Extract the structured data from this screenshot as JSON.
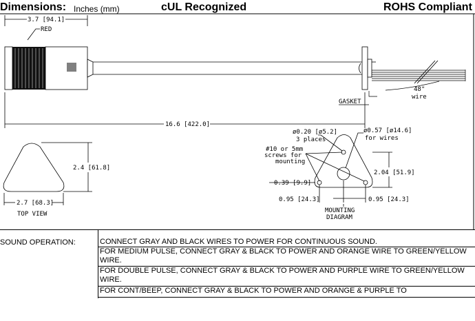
{
  "header": {
    "dimensions": "Dimensions:",
    "units": "Inches (mm)",
    "cert": "cUL Recognized",
    "rohs": "ROHS Compliant"
  },
  "drawing": {
    "overall_top": "3.7 [94.1]",
    "red": "RED",
    "gasket": "GASKET",
    "wire_len": "48\"",
    "wire_word": "wire",
    "overall_len": "16.6 [422.0]",
    "height": "2.4 [61.8]",
    "width": "2.7 [68.3]",
    "top_view": "TOP VIEW",
    "hole_dia": "ø0.20 [ø5.2]",
    "hole_places": "3 places",
    "center_dia": "ø0.57 [ø14.6]",
    "for_wires": "for wires",
    "screw_1": "#10 or 5mm",
    "screw_2": "screws for",
    "screw_3": "mounting",
    "offset": "0.39 [9.9]",
    "mount_h": "2.04 [51.9]",
    "left_spacing": "0.95 [24.3]",
    "right_spacing": "0.95 [24.3]",
    "mount_1": "MOUNTING",
    "mount_2": "DIAGRAM"
  },
  "notes": {
    "label": "SOUND OPERATION:",
    "rows": [
      "CONNECT GRAY AND BLACK WIRES TO POWER FOR CONTINUOUS SOUND.",
      "FOR MEDIUM PULSE, CONNECT GRAY & BLACK TO POWER AND ORANGE WIRE TO GREEN/YELLOW WIRE.",
      "FOR DOUBLE PULSE, CONNECT GRAY & BLACK TO POWER AND PURPLE WIRE TO GREEN/YELLOW WIRE.",
      "FOR CONT/BEEP, CONNECT GRAY & BLACK TO POWER AND ORANGE & PURPLE TO"
    ]
  }
}
